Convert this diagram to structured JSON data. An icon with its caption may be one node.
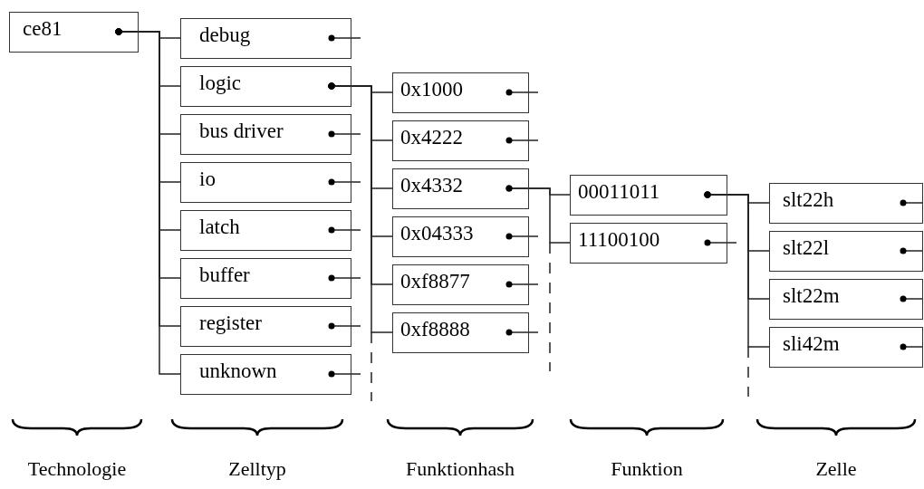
{
  "diagram": {
    "nodes": [
      {
        "text": [
          "ce81"
        ]
      },
      {
        "text": [
          "debug"
        ]
      },
      {
        "text": [
          "logic"
        ]
      },
      {
        "text": [
          "bus driver"
        ]
      },
      {
        "text": [
          "io"
        ]
      },
      {
        "text": [
          "latch"
        ]
      },
      {
        "text": [
          "buffer"
        ]
      },
      {
        "text": [
          "register"
        ]
      },
      {
        "text": [
          "unknown"
        ]
      },
      {
        "text": [
          "0x1000"
        ]
      },
      {
        "text": [
          "0x4222"
        ]
      },
      {
        "text": [
          "0x4332"
        ]
      },
      {
        "text": [
          "0x04333"
        ]
      },
      {
        "text": [
          "0xf8877"
        ]
      },
      {
        "text": [
          "0xf8888"
        ]
      },
      {
        "text": [
          "00011011"
        ]
      },
      {
        "text": [
          "11100100"
        ]
      },
      {
        "text": [
          "slt22h"
        ]
      },
      {
        "text": [
          "slt22l"
        ]
      },
      {
        "text": [
          "slt22m"
        ]
      },
      {
        "text": [
          "sli42m"
        ]
      }
    ],
    "edges": [
      {
        "from": 0,
        "to": 1,
        "arrow": "other"
      },
      {
        "from": 0,
        "to": 2,
        "arrow": "other"
      },
      {
        "from": 0,
        "to": 3,
        "arrow": "other"
      },
      {
        "from": 0,
        "to": 4,
        "arrow": "other"
      },
      {
        "from": 0,
        "to": 5,
        "arrow": "other"
      },
      {
        "from": 0,
        "to": 6,
        "arrow": "other"
      },
      {
        "from": 0,
        "to": 7,
        "arrow": "other"
      },
      {
        "from": 0,
        "to": 8,
        "arrow": "other"
      },
      {
        "from": 2,
        "to": 9,
        "arrow": "other"
      },
      {
        "from": 2,
        "to": 10,
        "arrow": "other"
      },
      {
        "from": 2,
        "to": 11,
        "arrow": "other"
      },
      {
        "from": 2,
        "to": 12,
        "arrow": "other"
      },
      {
        "from": 2,
        "to": 13,
        "arrow": "other"
      },
      {
        "from": 2,
        "to": 14,
        "arrow": "other"
      },
      {
        "from": 11,
        "to": 15,
        "arrow": "other"
      },
      {
        "from": 11,
        "to": 16,
        "arrow": "other"
      },
      {
        "from": 15,
        "to": 17,
        "arrow": "other"
      },
      {
        "from": 15,
        "to": 18,
        "arrow": "other"
      },
      {
        "from": 15,
        "to": 19,
        "arrow": "other"
      },
      {
        "from": 15,
        "to": 20,
        "arrow": "other"
      }
    ],
    "labels": [
      "Technologie",
      "Zelltyp",
      "Funktionhash",
      "Funktion",
      "Zelle"
    ]
  }
}
